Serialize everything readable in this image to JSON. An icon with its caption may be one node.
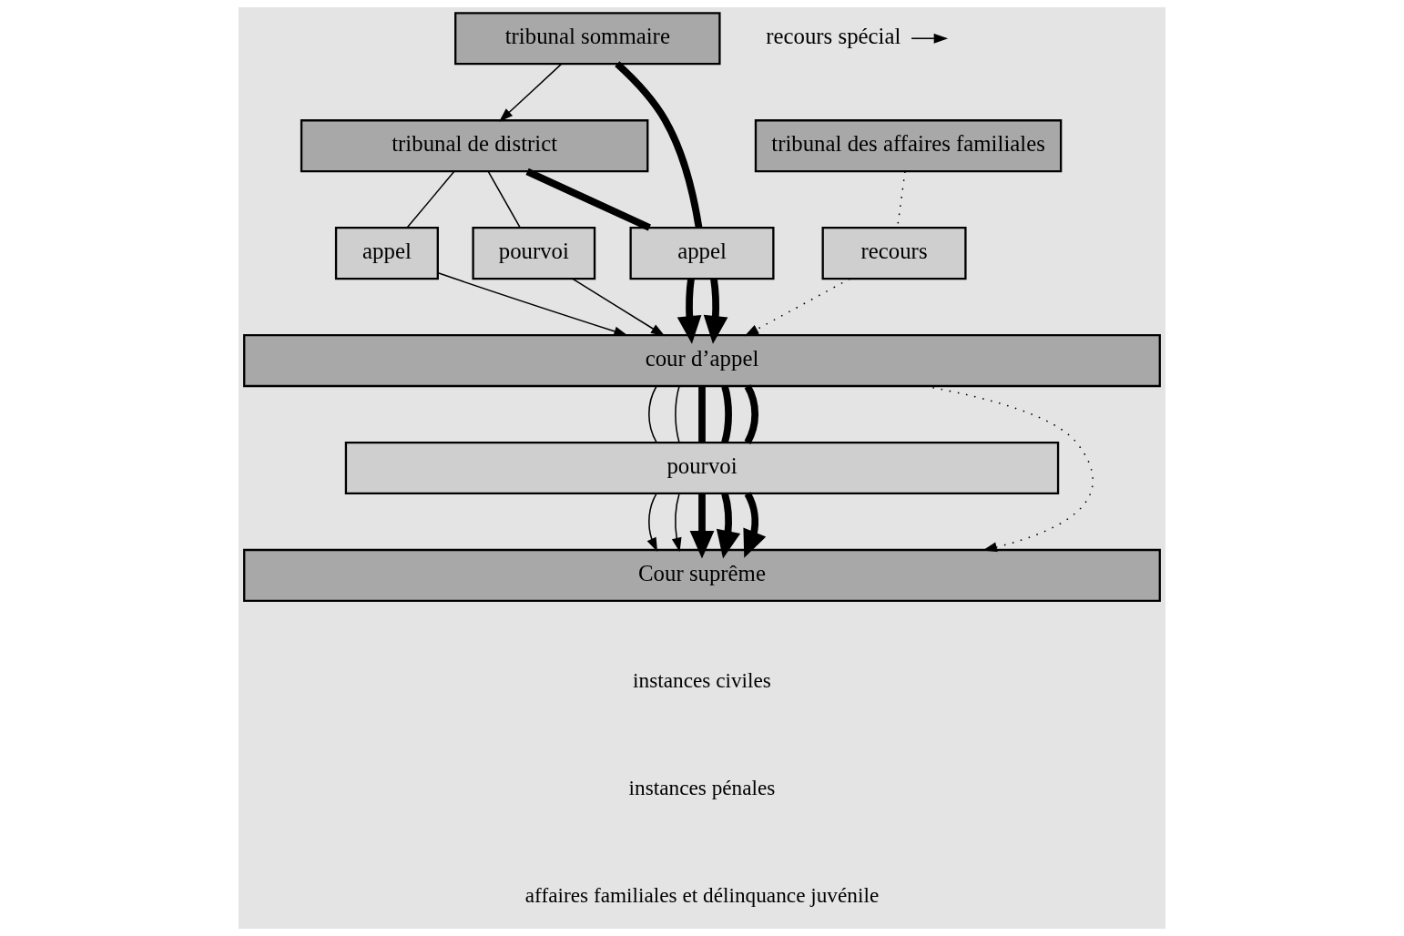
{
  "diagram": {
    "nodes": [
      {
        "text": [
          "tribunal sommaire"
        ]
      },
      {
        "text": [
          "tribunal de district"
        ]
      },
      {
        "text": [
          "tribunal des affaires familiales"
        ]
      },
      {
        "text": [
          "appel"
        ]
      },
      {
        "text": [
          "pourvoi"
        ]
      },
      {
        "text": [
          "appel"
        ]
      },
      {
        "text": [
          "recours"
        ]
      },
      {
        "text": [
          "cour d’appel"
        ]
      },
      {
        "text": [
          "pourvoi"
        ]
      },
      {
        "text": [
          "Cour suprême"
        ]
      },
      {
        "text": [
          "recours spécial"
        ]
      }
    ],
    "edges": [
      {
        "from": 0,
        "to": 1,
        "arrow": "to"
      },
      {
        "from": 0,
        "to": 5,
        "arrow": "none",
        "style": "thick"
      },
      {
        "from": 1,
        "to": 3,
        "arrow": "none"
      },
      {
        "from": 1,
        "to": 4,
        "arrow": "none"
      },
      {
        "from": 1,
        "to": 5,
        "arrow": "none",
        "style": "thick"
      },
      {
        "from": 2,
        "to": 6,
        "arrow": "none",
        "style": "dashed"
      },
      {
        "from": 3,
        "to": 7,
        "arrow": "to"
      },
      {
        "from": 4,
        "to": 7,
        "arrow": "to"
      },
      {
        "from": 5,
        "to": 7,
        "arrow": "to",
        "style": "thick"
      },
      {
        "from": 5,
        "to": 7,
        "arrow": "to",
        "style": "thick"
      },
      {
        "from": 6,
        "to": 7,
        "arrow": "to",
        "style": "dashed"
      },
      {
        "from": 7,
        "to": 8,
        "arrow": "none"
      },
      {
        "from": 7,
        "to": 8,
        "arrow": "none"
      },
      {
        "from": 7,
        "to": 8,
        "arrow": "none",
        "style": "thick"
      },
      {
        "from": 7,
        "to": 8,
        "arrow": "none",
        "style": "thick"
      },
      {
        "from": 7,
        "to": 8,
        "arrow": "none",
        "style": "thick"
      },
      {
        "from": 7,
        "to": 9,
        "arrow": "to",
        "style": "dashed"
      },
      {
        "from": 8,
        "to": 9,
        "arrow": "to"
      },
      {
        "from": 8,
        "to": 9,
        "arrow": "to"
      },
      {
        "from": 8,
        "to": 9,
        "arrow": "to",
        "style": "thick"
      },
      {
        "from": 8,
        "to": 9,
        "arrow": "to",
        "style": "thick"
      },
      {
        "from": 8,
        "to": 9,
        "arrow": "to",
        "style": "thick"
      },
      {
        "from": 10,
        "to": null,
        "arrow": "to"
      }
    ],
    "legend": [
      {
        "text": "instances civiles"
      },
      {
        "text": "instances pénales"
      },
      {
        "text": "affaires familiales et délinquance juvénile"
      }
    ]
  }
}
